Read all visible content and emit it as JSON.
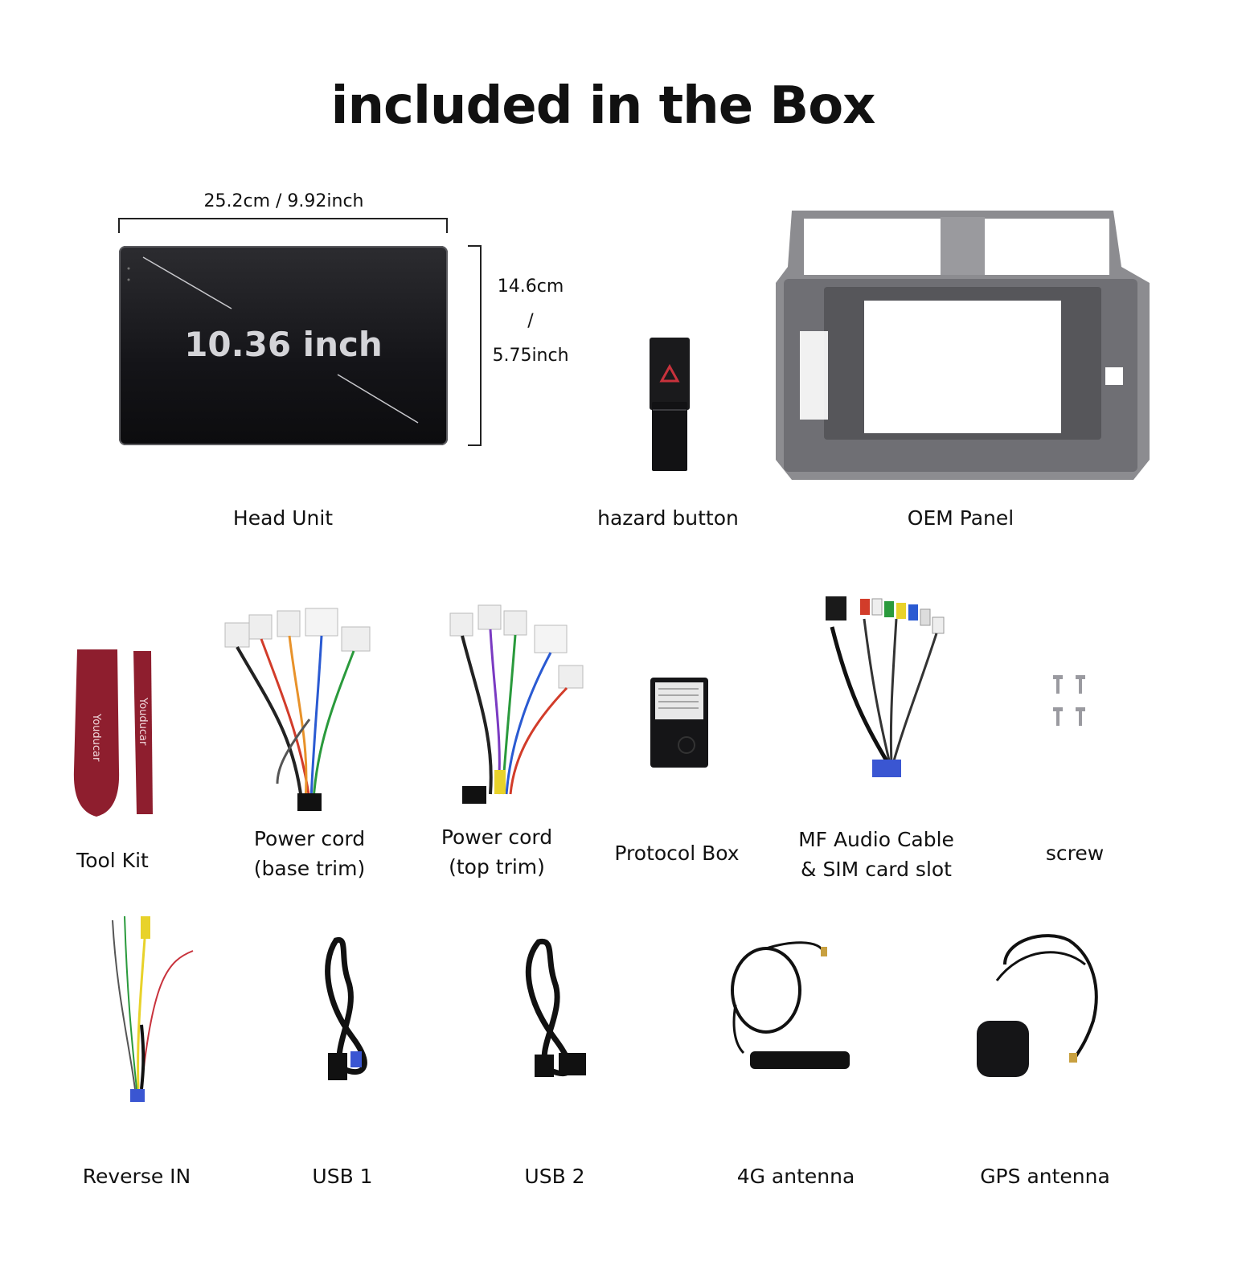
{
  "title": "included in the Box",
  "head_unit": {
    "width_label": "25.2cm / 9.92inch",
    "height_label": [
      "14.6cm",
      "/",
      "5.75inch"
    ],
    "screen_text": "10.36 inch",
    "label": "Head Unit"
  },
  "row1": {
    "hazard": "hazard button",
    "oem": "OEM Panel"
  },
  "row2": {
    "tool_kit": "Tool Kit",
    "tool_brand": "Youducar",
    "power_base": [
      "Power cord",
      "(base trim)"
    ],
    "power_top": [
      "Power cord",
      "(top trim)"
    ],
    "protocol": "Protocol Box",
    "mf_audio": [
      "MF Audio Cable",
      "& SIM card slot"
    ],
    "screw": "screw"
  },
  "row3": {
    "reverse": "Reverse IN",
    "usb1": "USB 1",
    "usb2": "USB 2",
    "antenna_4g": "4G antenna",
    "gps": "GPS antenna"
  },
  "colors": {
    "tool_red": "#8e1e2e",
    "panel_gray": "#8c8c90",
    "screen_dark": "#141418"
  }
}
